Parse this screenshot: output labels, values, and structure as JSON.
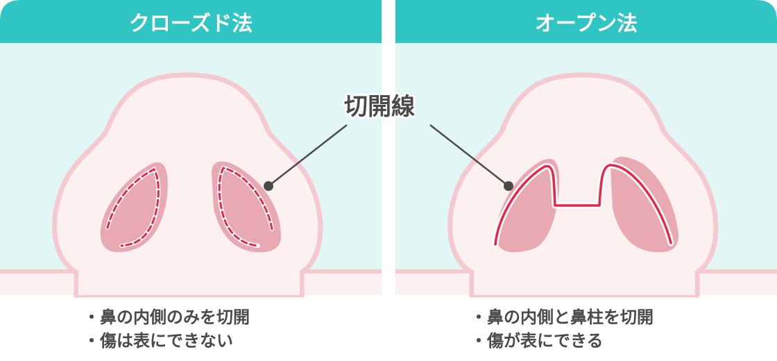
{
  "panels": [
    {
      "title": "クローズド法",
      "bullets": [
        "・鼻の内側のみを切開",
        "・傷は表にできない"
      ]
    },
    {
      "title": "オープン法",
      "bullets": [
        "・鼻の内側と鼻柱を切開",
        "・傷が表にできる"
      ]
    }
  ],
  "callout": "切開線",
  "colors": {
    "header": "#2ec5c3",
    "background": "#e2f6f6",
    "skin": "#fdf0f1",
    "outline": "#f4c9cf",
    "nostril": "#e8a9b2",
    "incision": "#e8254a",
    "text": "#4a4a4a"
  }
}
